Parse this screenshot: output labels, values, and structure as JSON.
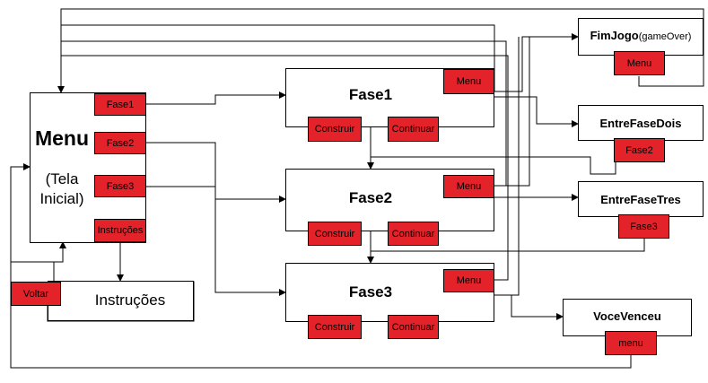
{
  "menu": {
    "title": "Menu",
    "subtitle_line1": "(Tela",
    "subtitle_line2": "Inicial)",
    "buttons": [
      "Fase1",
      "Fase2",
      "Fase3",
      "Instruções"
    ]
  },
  "instrucoes": {
    "title": "Instruções",
    "button": "Voltar"
  },
  "fase1": {
    "title": "Fase1",
    "menu": "Menu",
    "construir": "Construir",
    "continuar": "Continuar"
  },
  "fase2": {
    "title": "Fase2",
    "menu": "Menu",
    "construir": "Construir",
    "continuar": "Continuar"
  },
  "fase3": {
    "title": "Fase3",
    "menu": "Menu",
    "construir": "Construir",
    "continuar": "Continuar"
  },
  "fimjogo": {
    "title": "FimJogo",
    "suffix": "(gameOver)",
    "button": "Menu"
  },
  "entrefasedois": {
    "title": "EntreFaseDois",
    "button": "Fase2"
  },
  "entrefasetres": {
    "title": "EntreFaseTres",
    "button": "Fase3"
  },
  "vocevenceu": {
    "title": "VoceVenceu",
    "button": "menu"
  },
  "colors": {
    "button": "#e3222a",
    "line": "#000000"
  }
}
